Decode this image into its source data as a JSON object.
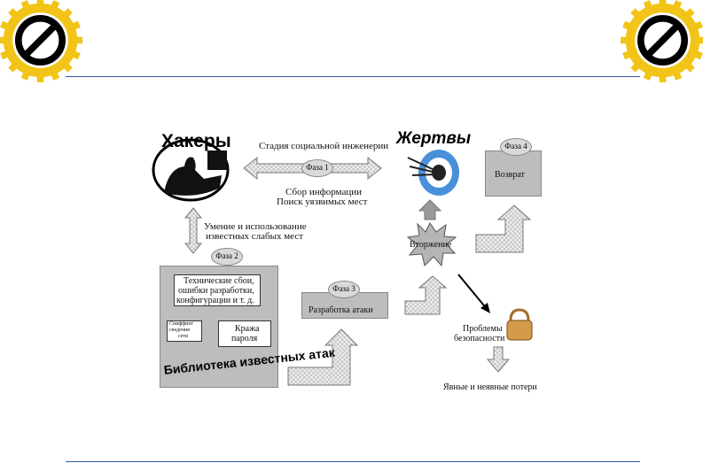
{
  "header": {
    "left_icon": "no-entry-icon",
    "right_icon": "no-entry-icon",
    "accent_color": "#2f5aa0",
    "badge_color": "#f2c418"
  },
  "diagram": {
    "hackers_title": "Хакеры",
    "victims_title": "Жертвы",
    "social_stage": "Стадия социальной инженерии",
    "phase1": "Фаза 1",
    "phase1_desc_line1": "Сбор информации",
    "phase1_desc_line2": "Поиск уязвимых мест",
    "vuln_use_line1": "Умение и использование",
    "vuln_use_line2": "известных слабых мест",
    "phase2": "Фаза 2",
    "tech_line1": "Технические сбои,",
    "tech_line2": "ошибки разработки,",
    "tech_line3": "конфигурации и т. д.",
    "small_box_line1": "Сниффинг",
    "small_box_line2": "сведения",
    "small_box_line3": "сети",
    "theft_line1": "Кража",
    "theft_line2": "пароля",
    "library_label": "Библиотека известных атак",
    "phase3": "Фаза 3",
    "attack_dev": "Разработка атаки",
    "intrusion": "Вторжение",
    "phase4": "Фаза 4",
    "return_label": "Возврат",
    "security_line1": "Проблемы",
    "security_line2": "безопасности",
    "losses": "Явные и неявные потери"
  }
}
